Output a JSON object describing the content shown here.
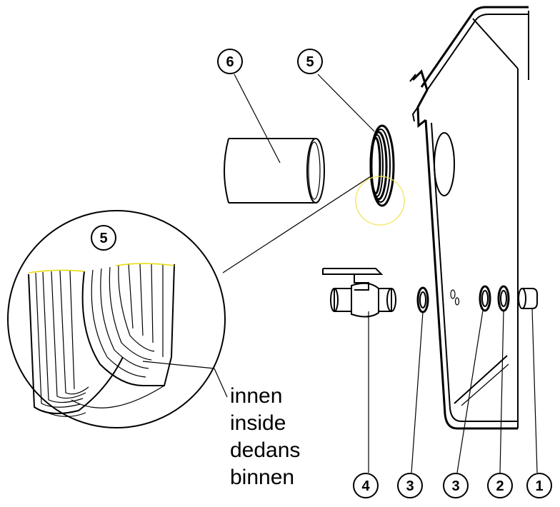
{
  "callouts": {
    "c1": "1",
    "c2": "2",
    "c3a": "3",
    "c3b": "3",
    "c4": "4",
    "c5_top": "5",
    "c5_detail": "5",
    "c6": "6"
  },
  "caption": {
    "line1": "innen",
    "line2": "inside",
    "line3": "dedans",
    "line4": "binnen"
  },
  "colors": {
    "highlight_circle": "#f2e45c",
    "detail_edge": "#e8d800",
    "line": "#000000"
  }
}
